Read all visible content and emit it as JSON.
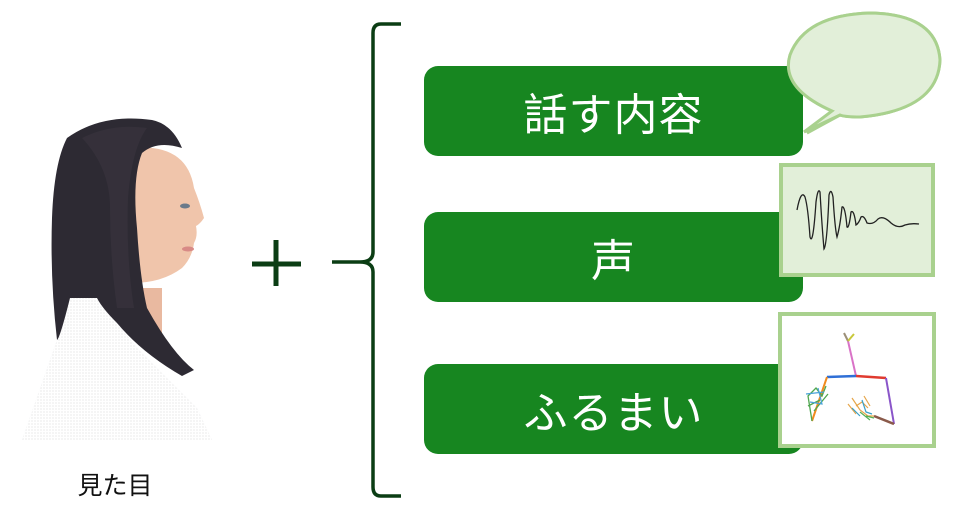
{
  "slide": {
    "background": "#ffffff",
    "person": {
      "image_alt": "side-profile portrait of woman with long dark hair",
      "caption": "見た目"
    },
    "operator": "+",
    "brace_color": "#0b3d14",
    "items": [
      {
        "label": "話す内容",
        "decoration": "speech-bubble"
      },
      {
        "label": "声",
        "decoration": "waveform"
      },
      {
        "label": "ふるまい",
        "decoration": "motion-skeleton"
      }
    ],
    "colors": {
      "pill": "#178620",
      "pill_text": "#ffffff",
      "accent_border": "#a9d18e",
      "accent_fill": "#e2efd9",
      "operator": "#0b3d14"
    }
  }
}
